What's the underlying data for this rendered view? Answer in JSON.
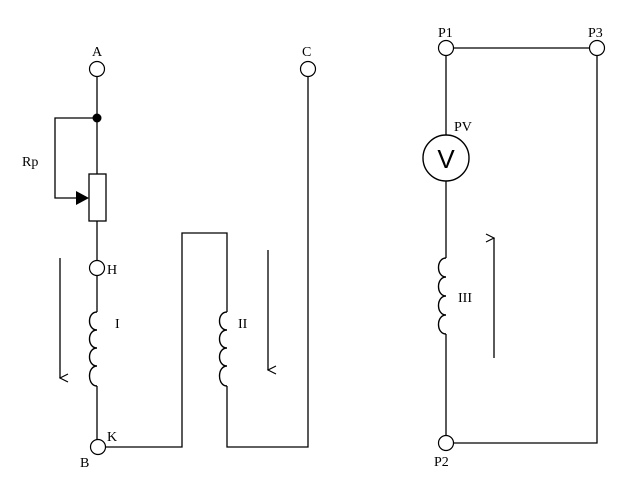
{
  "labels": {
    "A": "A",
    "C": "C",
    "Rp": "Rp",
    "H": "H",
    "K": "K",
    "B": "B",
    "winding_I": "I",
    "winding_II": "II",
    "winding_III": "III",
    "P1": "P1",
    "P2": "P2",
    "P3": "P3",
    "PV": "PV",
    "voltmeter_symbol": "V"
  },
  "colors": {
    "line": "#000000",
    "background": "#ffffff"
  },
  "current_directions": {
    "winding_I": "down",
    "winding_II": "down",
    "winding_III": "up"
  }
}
